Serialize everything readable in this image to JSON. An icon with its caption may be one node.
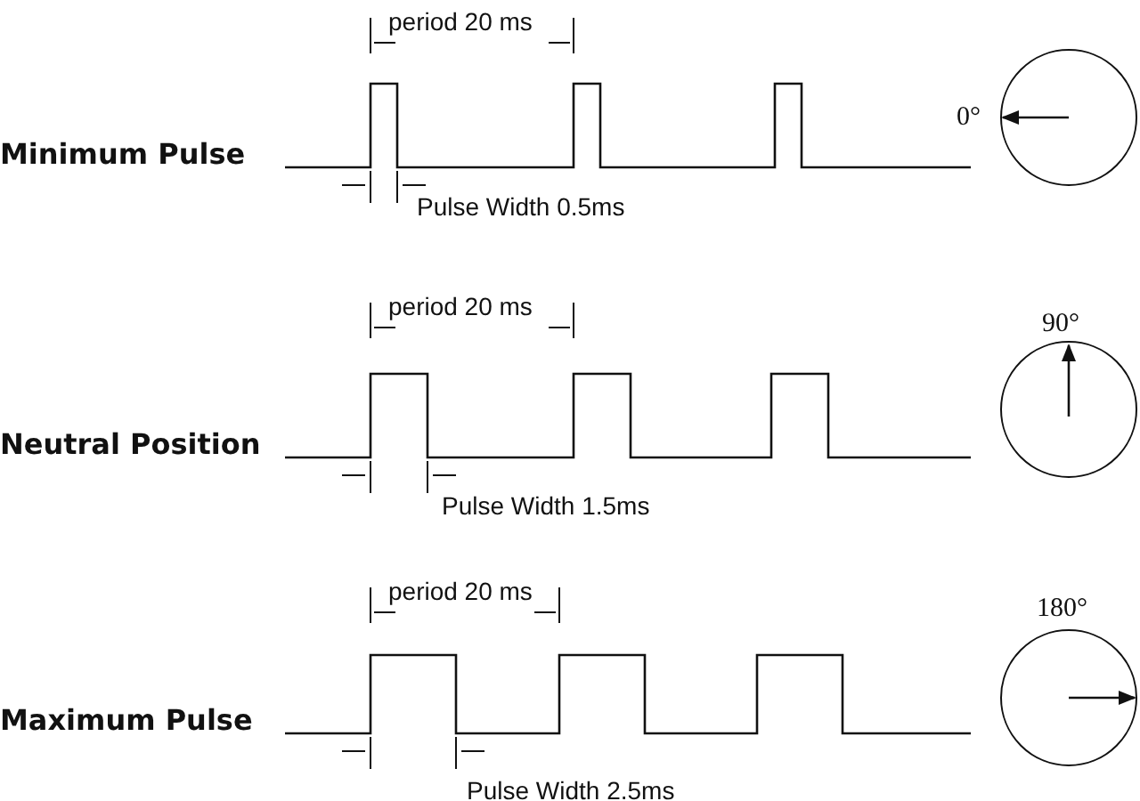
{
  "diagram": {
    "labels": [
      "period 20 ms",
      "0°",
      "Minimum Pulse",
      "Pulse Width 0.5ms",
      "period 20 ms",
      "90°",
      "Neutral Position",
      "Pulse Width 1.5ms",
      "period 20 ms",
      "180°",
      "Maximum Pulse",
      "Pulse Width 2.5ms"
    ]
  }
}
